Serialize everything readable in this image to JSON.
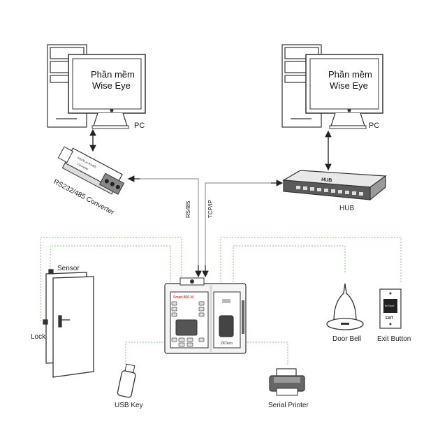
{
  "pcs": [
    {
      "screen_line1": "Phần mềm",
      "screen_line2": "Wise Eye",
      "label": "PC"
    },
    {
      "screen_line1": "Phần mềm",
      "screen_line2": "Wise Eye",
      "label": "PC"
    }
  ],
  "devices": {
    "converter": "RS232/485 Converter",
    "converter_body1": "RS232 to RS485",
    "converter_body2": "Converter",
    "hub": "HUB",
    "hub_body": "HUB",
    "terminal_brand": "ZKTeco",
    "terminal_model": "Smart 800-M",
    "sensor": "Sensor",
    "lock": "Lock",
    "door_bell": "Door Bell",
    "exit_button": "Exit Button",
    "exit_text": "EXIT",
    "exit_small": "No Touch",
    "usb_key": "USB Key",
    "serial_printer": "Serial Printer"
  },
  "links": {
    "rs485": "RS485",
    "tcpip": "TCP/IP"
  },
  "colors": {
    "dotted_line": "#86c97a",
    "solid_line": "#9a9a9a",
    "arrow": "#222222"
  }
}
